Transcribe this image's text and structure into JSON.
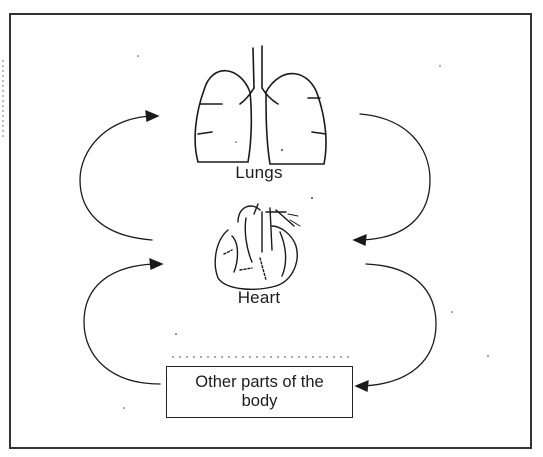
{
  "labels": {
    "lungs": "Lungs",
    "heart": "Heart",
    "body": "Other parts of the body"
  },
  "colors": {
    "ink": "#1c1c1c",
    "background": "#ffffff"
  }
}
